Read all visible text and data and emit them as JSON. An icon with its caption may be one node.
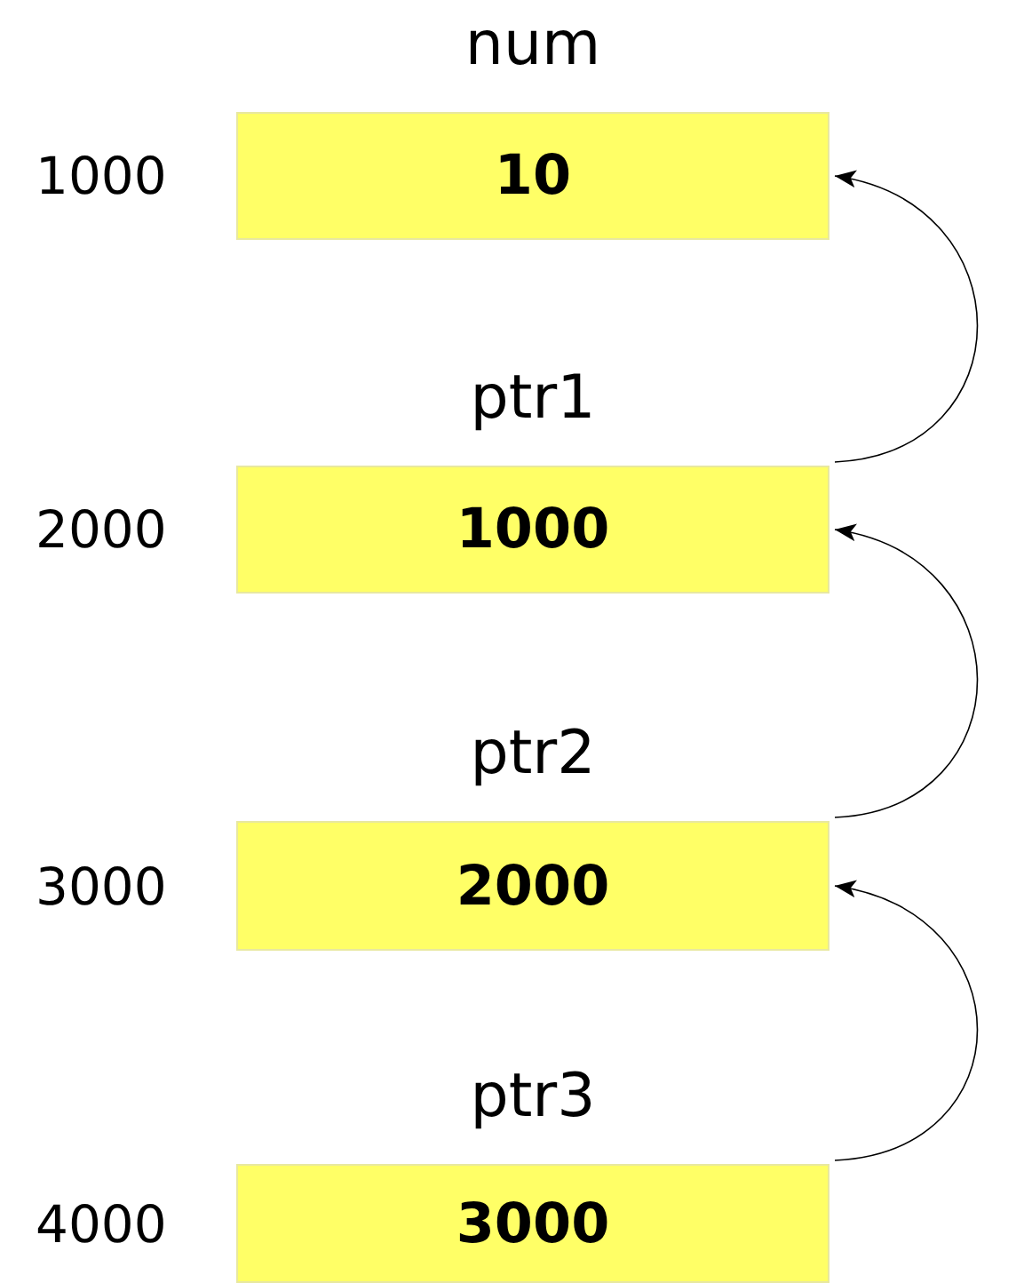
{
  "diagram": {
    "nodes": [
      {
        "text": [
          "num",
          "10"
        ],
        "beside": [
          "1000"
        ]
      },
      {
        "text": [
          "ptr1",
          "1000"
        ],
        "beside": [
          "2000"
        ]
      },
      {
        "text": [
          "ptr2",
          "2000"
        ],
        "beside": [
          "3000"
        ]
      },
      {
        "text": [
          "ptr3",
          "3000"
        ],
        "beside": [
          "4000"
        ]
      }
    ],
    "edges": [
      {
        "from": 1,
        "to": 0,
        "arrow": "to"
      },
      {
        "from": 2,
        "to": 1,
        "arrow": "to"
      },
      {
        "from": 3,
        "to": 2,
        "arrow": "to"
      }
    ]
  }
}
